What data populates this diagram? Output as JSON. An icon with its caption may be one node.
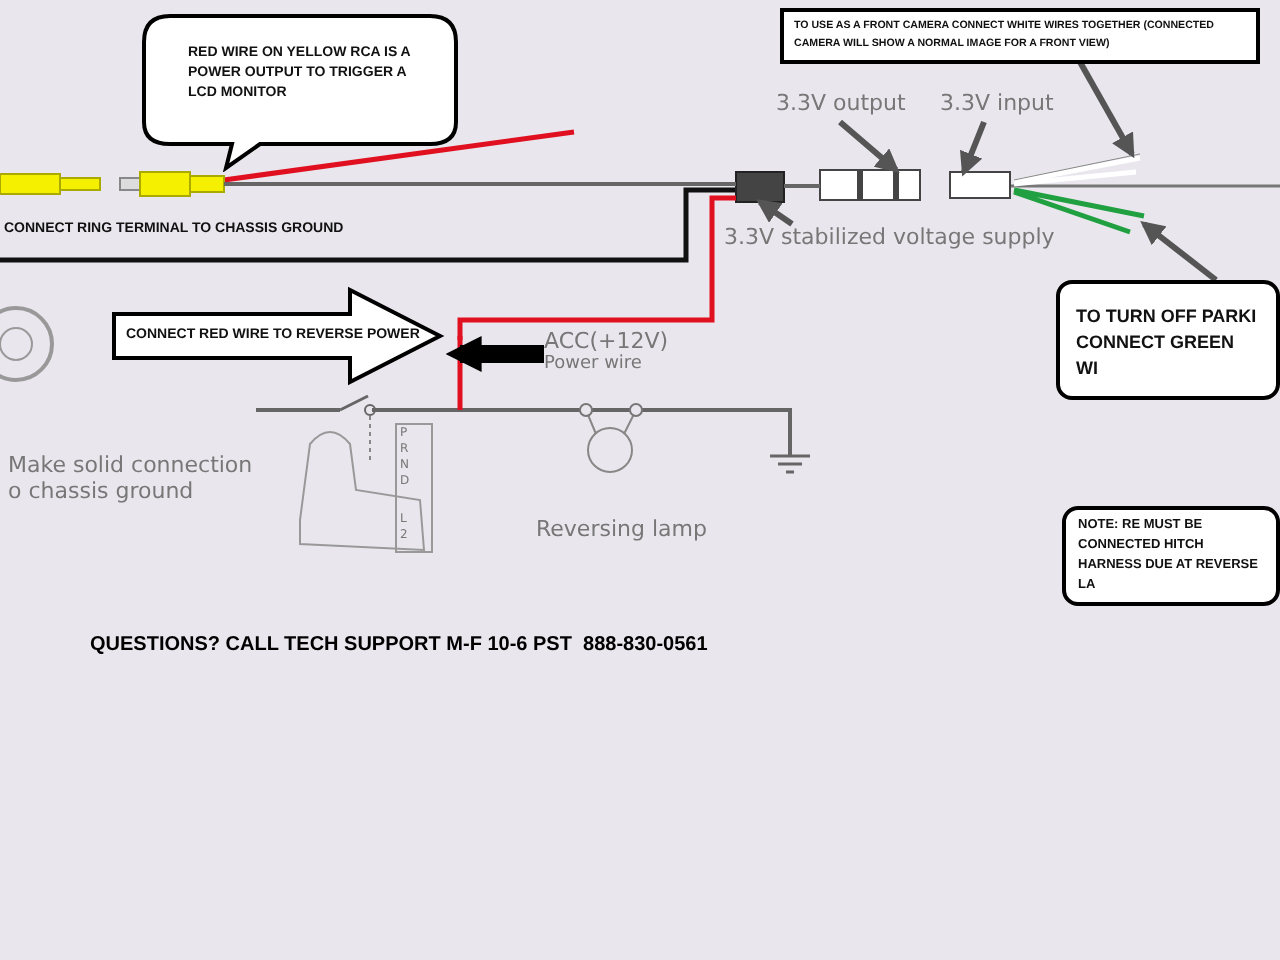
{
  "diagram": {
    "nodes": [
      {
        "text": [
          "RED WIRE ON YELLOW RCA IS A POWER OUTPUT TO TRIGGER A LCD MONITOR"
        ]
      },
      {
        "text": [
          "TO USE AS A FRONT CAMERA CONNECT WHITE WIRES TOGETHER (CONNECTED CAMERA WILL SHOW A NORMAL IMAGE FOR A FRONT VIEW)"
        ]
      },
      {
        "text": [
          "3.3V output"
        ]
      },
      {
        "text": [
          "3.3V input"
        ]
      },
      {
        "text": [
          "3.3V stabilized voltage supply"
        ]
      },
      {
        "text": [
          "TO TURN OFF PARKI CONNECT GREEN WI"
        ]
      },
      {
        "text": [
          "CONNECT RED WIRE TO REVERSE POWER"
        ]
      },
      {
        "text": [
          "ACC(+12V)",
          "Power wire"
        ]
      },
      {
        "text": [],
        "shape": "picture"
      },
      {
        "text": [],
        "shape": "picture"
      },
      {
        "text": [],
        "shape": "picture"
      },
      {
        "text": [],
        "shape": "picture"
      },
      {
        "text": [],
        "shape": "picture"
      },
      {
        "text": [],
        "shape": "picture"
      },
      {
        "text": [
          "NOTE: RE MUST BE CONNECTED HITCH HARNESS DUE AT REVERSE LA"
        ]
      },
      {
        "text": [],
        "shape": "picture"
      }
    ],
    "edges": [
      {
        "from": 1,
        "to": 12,
        "arrow": "to"
      },
      {
        "from": 2,
        "to": 10,
        "arrow": "to"
      },
      {
        "from": 3,
        "to": 11,
        "arrow": "to"
      },
      {
        "from": 4,
        "to": 9,
        "arrow": "to"
      },
      {
        "from": 5,
        "to": 13,
        "arrow": "to"
      },
      {
        "from": 7,
        "to": 8,
        "arrow": "to",
        "style": "thick"
      },
      {
        "from": 15,
        "to": 9,
        "arrow": "none"
      },
      {
        "from": 9,
        "to": 10,
        "arrow": "none"
      },
      {
        "from": 9,
        "to": 8,
        "arrow": "none",
        "color": "#e01020"
      }
    ],
    "labels": [
      "CONNECT RING TERMINAL TO CHASSIS GROUND",
      "Make solid connection o chassis ground",
      "P",
      "R",
      "N",
      "D",
      "L",
      "2",
      "Reversing lamp",
      "QUESTIONS? CALL TECH SUPPORT M-F 10-6 PST  888-830-0561"
    ]
  }
}
